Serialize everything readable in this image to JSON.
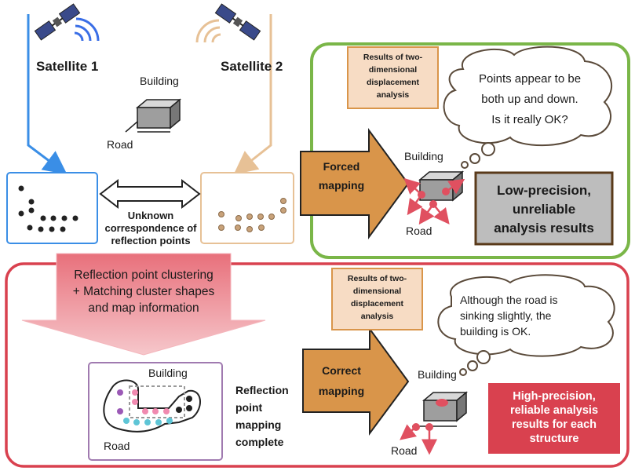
{
  "satellite1": {
    "label": "Satellite 1"
  },
  "satellite2": {
    "label": "Satellite 2"
  },
  "scene": {
    "building": "Building",
    "road": "Road"
  },
  "middle": {
    "unknown_line1": "Unknown",
    "unknown_line2": "correspondence of",
    "unknown_line3": "reflection points"
  },
  "forced": {
    "results_box": [
      "Results of two-",
      "dimensional",
      "displacement",
      "analysis"
    ],
    "arrow_label": [
      "Forced",
      "mapping"
    ],
    "bubble": [
      "Points appear to be",
      "both up and down.",
      "Is it really OK?"
    ],
    "building": "Building",
    "road": "Road",
    "outcome": [
      "Low-precision,",
      "unreliable",
      "analysis results"
    ]
  },
  "method": {
    "line1": "Reflection point clustering",
    "line2": "+ Matching cluster shapes",
    "line3": "and map information"
  },
  "mapping_panel": {
    "building": "Building",
    "road": "Road"
  },
  "complete": [
    "Reflection",
    "point",
    "mapping",
    "complete"
  ],
  "correct": {
    "results_box": [
      "Results of two-",
      "dimensional",
      "displacement",
      "analysis"
    ],
    "arrow_label": [
      "Correct",
      "mapping"
    ],
    "bubble": [
      "Although the road is",
      "sinking slightly, the",
      "building is OK."
    ],
    "building": "Building",
    "road": "Road",
    "outcome": [
      "High-precision,",
      "reliable analysis",
      "results for each",
      "structure"
    ]
  },
  "colors": {
    "blue": "#3a8ee6",
    "tan": "#e7c196",
    "green": "#7ab648",
    "red": "#d9414f",
    "orange": "#d9954a",
    "peach": "#f7dcc4",
    "grey": "#bdbdbd",
    "pink": "#e8707b"
  }
}
